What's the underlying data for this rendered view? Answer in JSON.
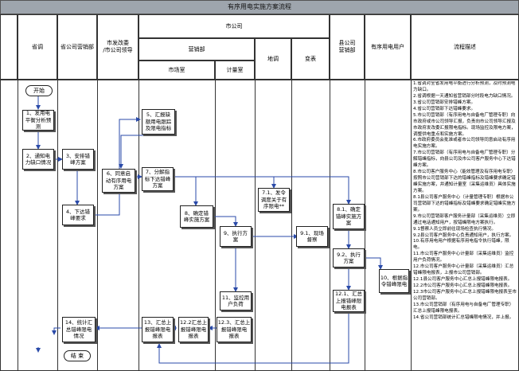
{
  "title": "有序用电实施方案流程",
  "headers": {
    "city_company": "市公司",
    "provincial_dispatch": "省调",
    "provincial_marketing": "省公司营销部",
    "development_commission": "市发改委\n/市公司领导",
    "marketing_dept": "营销部",
    "market_office": "市场室",
    "metering_office": "计量室",
    "dispatch": "地调",
    "substation": "变表",
    "county_marketing": "县公司\n营销部",
    "power_users": "有序用电用户",
    "process_desc": "流程描述"
  },
  "nodes": {
    "start": "开始",
    "n1": "1、发用电\n平衡分析预\n测",
    "n2": "2、通知电\n力缺口情况",
    "n3": "3、安排错\n峰方案",
    "n4": "4、下达错\n峰要求",
    "n5": "5、汇报缺\n额用电跟踪\n及限电指标",
    "n6": "6、同意启\n动有序用电\n方案",
    "n7": "7、分解指\n标下达错峰\n方案",
    "n71": "7.1、发令\n调度关于有\n序限电**",
    "n8": "8、确定错\n峰实施方案",
    "n81": "8.1、确定\n错峰实施方\n案",
    "n9": "9、执行方\n案",
    "n91": "9.1、现场\n督察",
    "n92": "9.2、执行\n方案",
    "n10": "10、根据指\n令错峰限电",
    "n11": "11、监控用\n户负荷",
    "n121": "12.1、汇总\n上报错峰限\n电报表",
    "n122": "12.2汇总上\n报错峰限电\n报表",
    "n123": "12.3、汇总上\n报错峰限电\n报表",
    "n13": "13、汇总上\n报错峰限电\n报表",
    "n14": "14、统计汇\n总错峰限电\n情况",
    "end": "结 束"
  },
  "description": "1.省调对全省发用电平衡进行分析预测，及时预测电力缺口。\n2.省调根据一天通知省营销部分时段电力缺口情况。\n3.省公司营销部安排错峰方案。\n4.省公司营销部下达错峰要求。\n5.市公司营销部（有序用电与自备电厂管理专职）向市政府或市公司领导汇报，负责向市公司领导汇报及市政府发改委汇报限电指标。现场监控及限电方案，调整供电重点和实施方案。\n6.市政府委员会批准或者市公司领导同意启动有序用电实施方案。\n7.市公司营销部（有序用电与自备电厂管理专职）分解错峰指标，向县公司及市公司客户服务中心下达错峰方案。\n8.市公司客户服务中心（能效管理及有序用电专职）按照市公司营销部下达的错峰指标及错峰要求确定错峰实施方案，并通知计量室（采集运维员）具体实施方案。\n8.1县公司客户服务中心（计量管理专职）根据市公司营销部下达的错峰指标及错峰要求确定错峰实施方案。\n9.市公司营销部客户服务计量部（采集运维员）立即通过电话通知用户，按错峰限电方案执行。\n9.1督察人员立即前往现场检查执行情况。\n9.2县公司客户服务中心负责通知用户，执行方案。\n10.有序用电用户根据有序用电指令执行错峰，限电。\n11.市公司客户服务中心计量部（采集运维员）监控用户负荷情况。\n12.市公司客户服务中心计量部（采集运维员）汇总错峰限电报表，上报市公司营销部。\n12.1县公司客户服务中心汇总上报错峰限电报表。\n12.2市公司客户服务中心汇总上报错峰限电报表。\n12.3市公司客户服务中心汇总上报错峰限电报表至市公司营销部。\n13.市公司营销部（有序用电与自备电厂管理专职）汇总上报错峰限电报表。\n14.省公司营销部统计汇总错峰限电情况，并上报。"
}
